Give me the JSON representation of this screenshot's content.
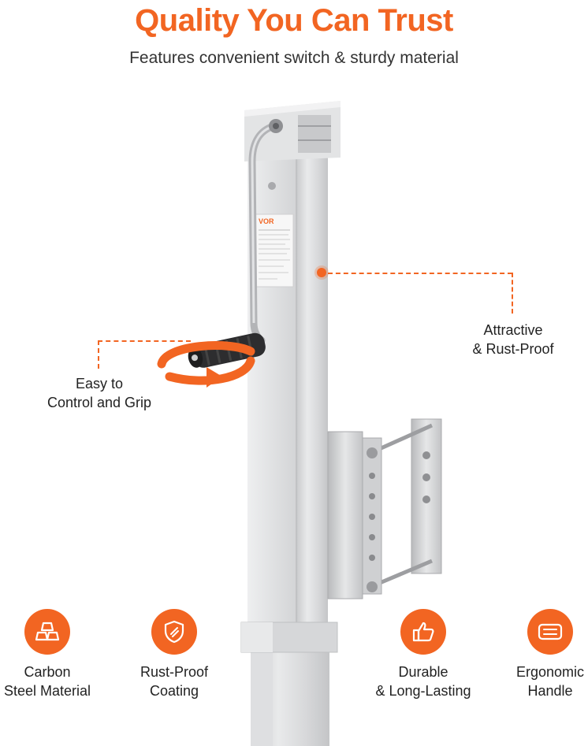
{
  "header": {
    "title": "Quality You Can Trust",
    "subtitle": "Features convenient switch & sturdy material"
  },
  "product": {
    "brand_label": "VOR"
  },
  "callouts": {
    "attractive": {
      "line1": "Attractive",
      "line2": "& Rust-Proof"
    },
    "easy": {
      "line1": "Easy to",
      "line2": "Control and Grip"
    }
  },
  "features": [
    {
      "icon": "ingots-icon",
      "line1": "Carbon",
      "line2": "Steel Material"
    },
    {
      "icon": "shield-icon",
      "line1": "Rust-Proof",
      "line2": "Coating"
    },
    {
      "icon": "thumbs-up-icon",
      "line1": "Durable",
      "line2": "& Long-Lasting"
    },
    {
      "icon": "grip-handle-icon",
      "line1": "Ergonomic",
      "line2": "Handle"
    }
  ],
  "colors": {
    "accent": "#f26522",
    "steel": "#d9dadc"
  }
}
